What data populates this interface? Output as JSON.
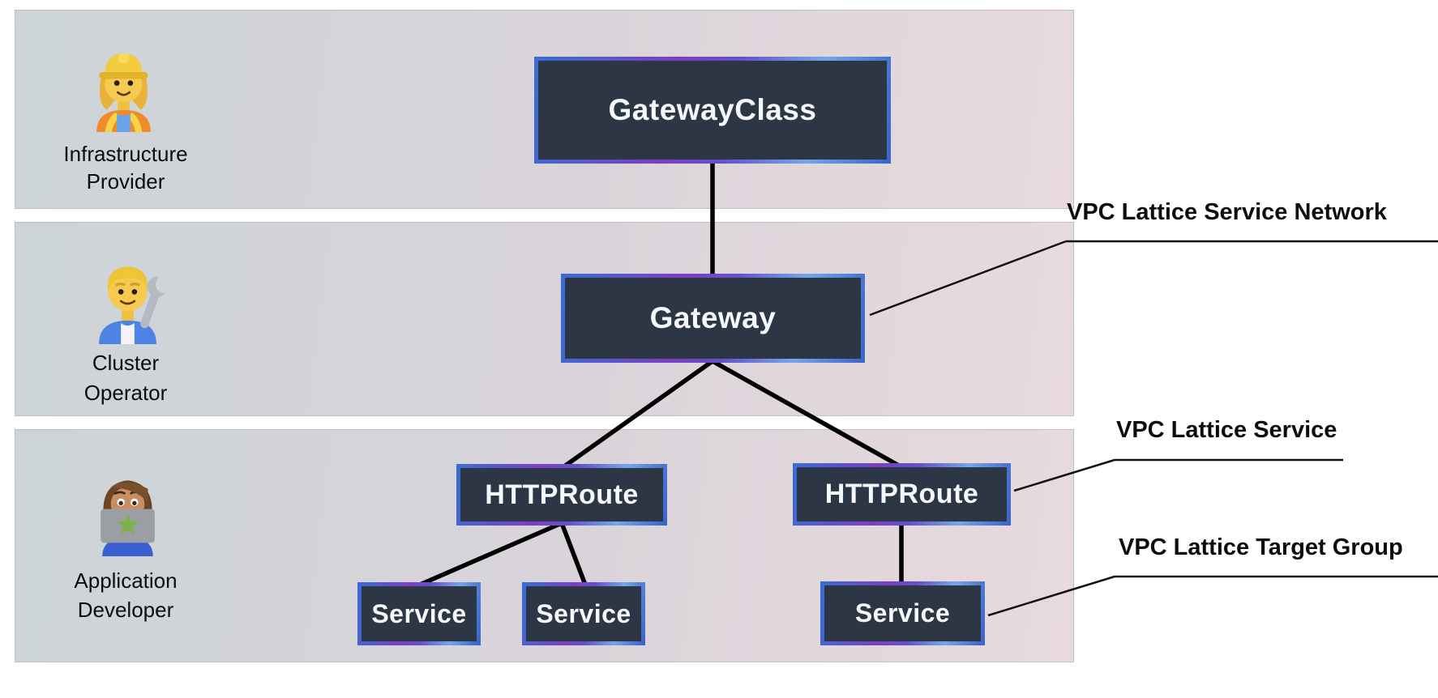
{
  "lanes": [
    {
      "role": "infrastructure-provider",
      "label_line1": "Infrastructure",
      "label_line2": "Provider",
      "icon": "woman-construction-worker-emoji"
    },
    {
      "role": "cluster-operator",
      "label_line1": "Cluster",
      "label_line2": "Operator",
      "icon": "man-mechanic-emoji"
    },
    {
      "role": "application-developer",
      "label_line1": "Application",
      "label_line2": "Developer",
      "icon": "woman-technologist-emoji"
    }
  ],
  "nodes": {
    "gateway_class": "GatewayClass",
    "gateway": "Gateway",
    "httproute_left": "HTTPRoute",
    "httproute_right": "HTTPRoute",
    "service_left": "Service",
    "service_middle": "Service",
    "service_right": "Service"
  },
  "annotations": {
    "service_network": "VPC Lattice Service Network",
    "service": "VPC Lattice Service",
    "target_group": "VPC Lattice Target Group"
  },
  "colors": {
    "band_gradient_left": "#ccd4d8",
    "band_gradient_right": "#e8dade",
    "band_border": "#a9a9a9",
    "node_fill": "#2c3644",
    "node_border_blue": "#3a6cd4",
    "node_border_purple": "#7d3ec2",
    "node_border_lightblue": "#74a6e8",
    "node_text": "#f5f7fa",
    "connector_line": "#000000",
    "annotation_text": "#0d0d0d"
  }
}
